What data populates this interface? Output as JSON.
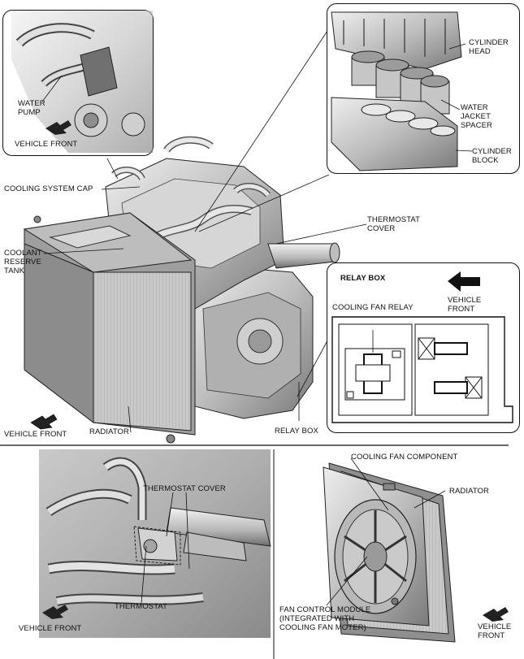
{
  "inset_water_pump": {
    "label_pump": "WATER\nPUMP",
    "label_front": "VEHICLE FRONT"
  },
  "inset_head": {
    "label_head": "CYLINDER\nHEAD",
    "label_spacer": "WATER\nJACKET\nSPACER",
    "label_block": "CYLINDER\nBLOCK"
  },
  "main_view": {
    "label_cap": "COOLING SYSTEM CAP",
    "label_tank": "COOLANT\nRESERVE\nTANK",
    "label_thermo_cover": "THERMOSTAT\nCOVER",
    "label_radiator": "RADIATOR",
    "label_relay_box": "RELAY BOX",
    "label_front": "VEHICLE FRONT"
  },
  "relay_box_inset": {
    "title": "RELAY BOX",
    "label_front": "VEHICLE\nFRONT",
    "label_fan_relay": "COOLING FAN RELAY"
  },
  "bottom_left": {
    "label_cover": "THERMOSTAT COVER",
    "label_thermostat": "THERMOSTAT",
    "label_front": "VEHICLE FRONT"
  },
  "bottom_right": {
    "label_component": "COOLING FAN COMPONENT",
    "label_radiator": "RADIATOR",
    "label_module": "FAN CONTROL MODULE\n(INTEGRATED WITH\nCOOLING FAN MOTER)",
    "label_front": "VEHICLE\nFRONT"
  },
  "colors": {
    "line": "#111111",
    "engine_fill": "#c8c8c8",
    "engine_dark": "#8a8a8a",
    "engine_light": "#e6e6e6"
  }
}
